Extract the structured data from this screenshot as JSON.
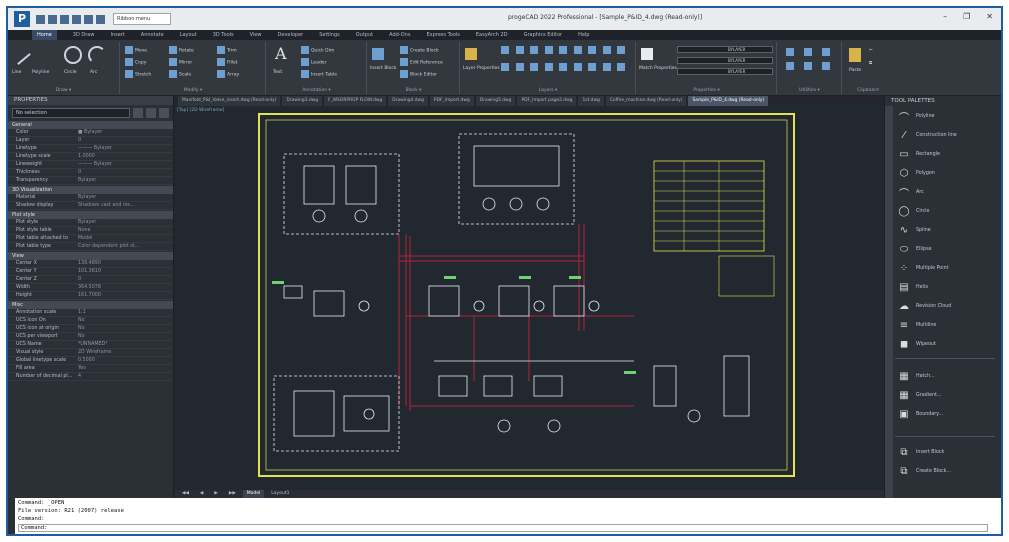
{
  "window": {
    "title": "progeCAD 2022 Professional - [Sample_P&ID_4.dwg (Read-only)]",
    "workspace": "Ribbon menu",
    "controls": [
      "–",
      "❐",
      "✕"
    ]
  },
  "ribbon_tabs": [
    "Home",
    "3D Draw",
    "Insert",
    "Annotate",
    "Layout",
    "3D Tools",
    "View",
    "Developer",
    "Settings",
    "Output",
    "Add-Ons",
    "Express Tools",
    "EasyArch 2D",
    "Graphics Editor",
    "Help"
  ],
  "ribbon_panels": [
    {
      "label": "Draw ▾",
      "buttons": [
        "Line",
        "Polyline",
        "Circle",
        "Arc"
      ]
    },
    {
      "label": "Modify ▾",
      "buttons": [
        "Move",
        "Rotate",
        "Trim",
        "Copy",
        "Mirror",
        "Fillet",
        "Stretch",
        "Scale",
        "Array"
      ]
    },
    {
      "label": "Annotation ▾",
      "buttons": [
        "Text",
        "Quick Dim",
        "Leader",
        "Insert Table"
      ]
    },
    {
      "label": "Block ▾",
      "buttons": [
        "Insert Block",
        "Create Block",
        "Edit Reference",
        "Block Editor"
      ]
    },
    {
      "label": "Layers ▾",
      "buttons": [
        "Layer Properties"
      ]
    },
    {
      "label": "Properties ▾",
      "buttons": [
        "Match Properties",
        "BYLAYER",
        "BYLAYER",
        "BYLAYER"
      ]
    },
    {
      "label": "Utilities ▾",
      "buttons": []
    },
    {
      "label": "Clipboard",
      "buttons": [
        "Paste"
      ]
    }
  ],
  "properties": {
    "title": "PROPERTIES",
    "selection": "No selection",
    "sections": [
      {
        "name": "General",
        "rows": [
          {
            "k": "Color",
            "v": "■ Bylayer"
          },
          {
            "k": "Layer",
            "v": "0"
          },
          {
            "k": "Linetype",
            "v": "——— Bylayer"
          },
          {
            "k": "Linetype scale",
            "v": "1.0000"
          },
          {
            "k": "Lineweight",
            "v": "——— Bylayer"
          },
          {
            "k": "Thickness",
            "v": "0"
          },
          {
            "k": "Transparency",
            "v": "Bylayer"
          }
        ]
      },
      {
        "name": "3D Visualization",
        "rows": [
          {
            "k": "Material",
            "v": "Bylayer"
          },
          {
            "k": "Shadow display",
            "v": "Shadows cast and rec..."
          }
        ]
      },
      {
        "name": "Plot style",
        "rows": [
          {
            "k": "Plot style",
            "v": "Bylayer"
          },
          {
            "k": "Plot style table",
            "v": "None"
          },
          {
            "k": "Plot table attached to",
            "v": "Model"
          },
          {
            "k": "Plot table type",
            "v": "Color dependent plot st..."
          }
        ]
      },
      {
        "name": "View",
        "rows": [
          {
            "k": "Center X",
            "v": "138.4890"
          },
          {
            "k": "Center Y",
            "v": "101.3610"
          },
          {
            "k": "Center Z",
            "v": "0"
          },
          {
            "k": "Width",
            "v": "364.5078"
          },
          {
            "k": "Height",
            "v": "161.7000"
          }
        ]
      },
      {
        "name": "Misc",
        "rows": [
          {
            "k": "Annotation scale",
            "v": "1:1"
          },
          {
            "k": "UCS icon On",
            "v": "No"
          },
          {
            "k": "UCS icon at origin",
            "v": "No"
          },
          {
            "k": "UCS per viewport",
            "v": "No"
          },
          {
            "k": "UCS Name",
            "v": "*UNNAMED*"
          },
          {
            "k": "Visual style",
            "v": "2D Wireframe"
          },
          {
            "k": "Global linetype scale",
            "v": "0.5000"
          },
          {
            "k": "Fill area",
            "v": "Yes"
          },
          {
            "k": "Number of decimal pl...",
            "v": "4"
          }
        ]
      }
    ]
  },
  "doc_tabs": [
    "Manifold_P&I_Valve_insert.dwg (Read-only)",
    "Drawing3.dwg",
    "F_WSORPROP FLOW.dwg",
    "Drawing4.dwg",
    "PDF_Import.dwg",
    "Drawing5.dwg",
    "PDF_Import page2.dwg",
    "1st.dwg",
    "Coffee_machine.dwg (Read-only)",
    "Sample_P&ID_4.dwg (Read-only)"
  ],
  "active_doc_tab": "Sample_P&ID_4.dwg (Read-only)",
  "viewport_label": "[Top] [2D Wireframe]",
  "layout_tabs": [
    "Model",
    "Layout1"
  ],
  "tool_palettes": {
    "title": "TOOL PALETTES",
    "items": [
      {
        "label": "Polyline",
        "icon": "polyline-icon",
        "glyph": "⌒"
      },
      {
        "label": "Construction line",
        "icon": "xline-icon",
        "glyph": "⁄"
      },
      {
        "label": "Rectangle",
        "icon": "rectangle-icon",
        "glyph": "▭"
      },
      {
        "label": "Polygon",
        "icon": "polygon-icon",
        "glyph": "⬡"
      },
      {
        "label": "Arc",
        "icon": "arc-icon",
        "glyph": "⌒"
      },
      {
        "label": "Circle",
        "icon": "circle-icon",
        "glyph": "◯"
      },
      {
        "label": "Spline",
        "icon": "spline-icon",
        "glyph": "∿"
      },
      {
        "label": "Ellipse",
        "icon": "ellipse-icon",
        "glyph": "⬭"
      },
      {
        "label": "Multiple Point",
        "icon": "point-icon",
        "glyph": "⁘"
      },
      {
        "label": "Helix",
        "icon": "helix-icon",
        "glyph": "▤"
      },
      {
        "label": "Revision Cloud",
        "icon": "revcloud-icon",
        "glyph": "☁"
      },
      {
        "label": "Multiline",
        "icon": "multiline-icon",
        "glyph": "≡"
      },
      {
        "label": "Wipeout",
        "icon": "wipeout-icon",
        "glyph": "◼"
      }
    ],
    "items2": [
      {
        "label": "Hatch...",
        "icon": "hatch-icon",
        "glyph": "▦"
      },
      {
        "label": "Gradient...",
        "icon": "gradient-icon",
        "glyph": "▦"
      },
      {
        "label": "Boundary...",
        "icon": "boundary-icon",
        "glyph": "▣"
      }
    ],
    "items3": [
      {
        "label": "Insert Block",
        "icon": "insert-block-icon",
        "glyph": "⧉"
      },
      {
        "label": "Create Block...",
        "icon": "create-block-icon",
        "glyph": "⧉"
      }
    ]
  },
  "command_line": {
    "lines": [
      "Command: _OPEN",
      "File version: R21 (2007) release",
      "Command:"
    ],
    "prompt": "Command:"
  },
  "colors": {
    "accent": "#1f5d9e",
    "drawing_background": "#212830",
    "frame_yellow": "#e6e24a",
    "pipe_red": "#b3243a",
    "equipment_white": "#e8ecef",
    "annotation_green": "#6fd36f"
  }
}
